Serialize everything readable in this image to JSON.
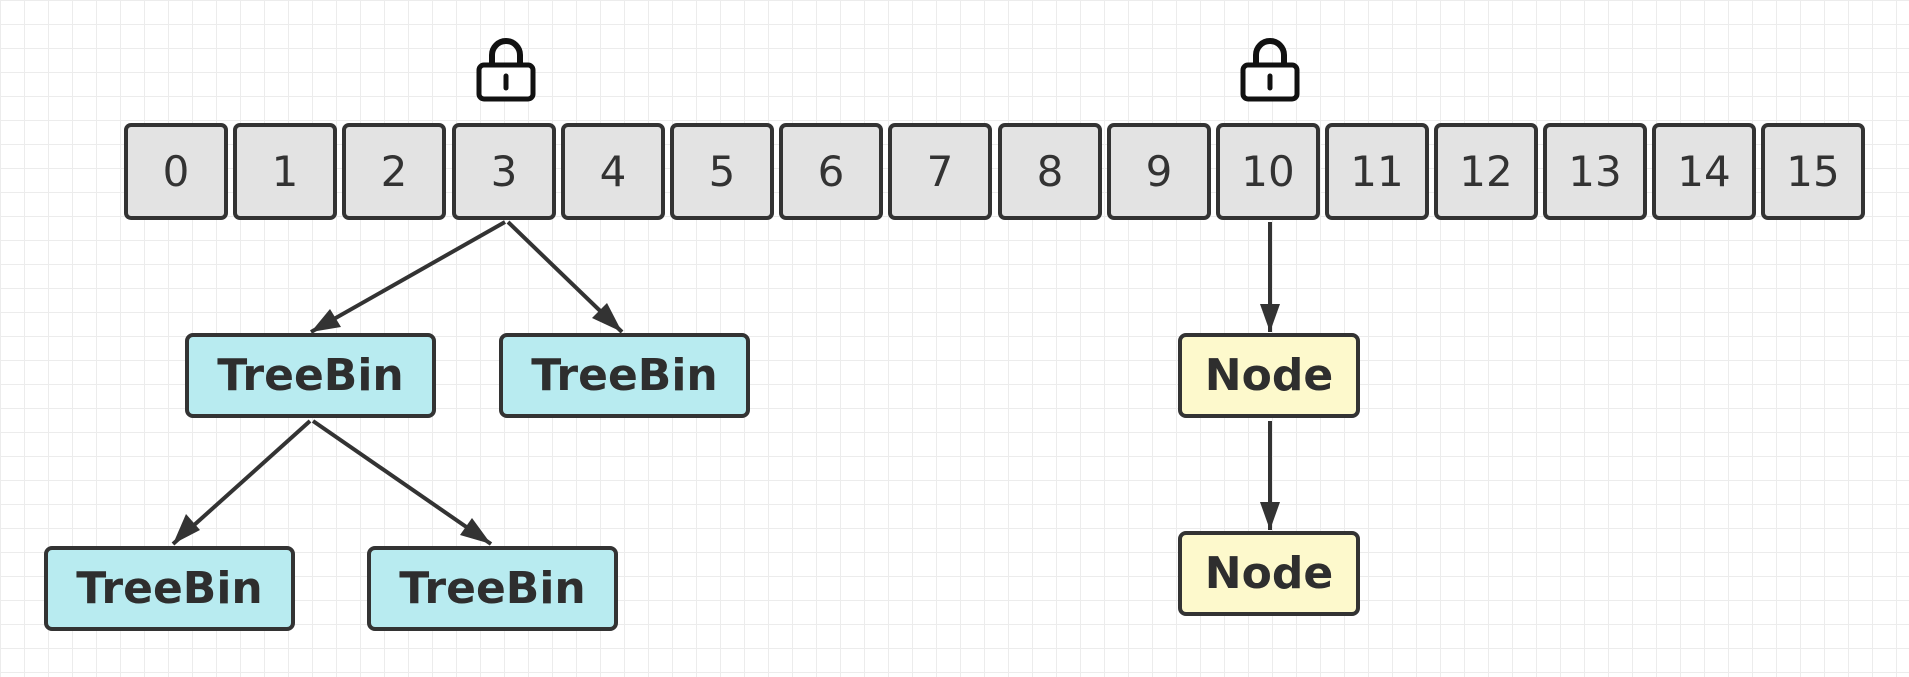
{
  "array": {
    "cells": [
      "0",
      "1",
      "2",
      "3",
      "4",
      "5",
      "6",
      "7",
      "8",
      "9",
      "10",
      "11",
      "12",
      "13",
      "14",
      "15"
    ]
  },
  "locked_indices": [
    3,
    10
  ],
  "nodes": {
    "treebin_left": "TreeBin",
    "treebin_right": "TreeBin",
    "treebin_child_left": "TreeBin",
    "treebin_child_right": "TreeBin",
    "node_top": "Node",
    "node_bottom": "Node"
  },
  "colors": {
    "treebin": "#b8ebf0",
    "node": "#fdf9cc",
    "cell": "#e3e3e3",
    "stroke": "#333333"
  },
  "icons": [
    "lock-icon"
  ]
}
